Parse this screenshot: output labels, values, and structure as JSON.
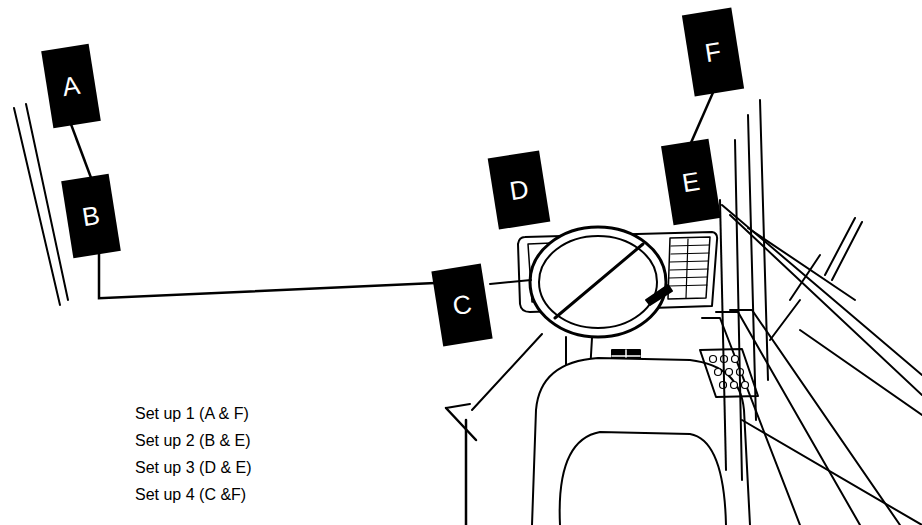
{
  "diagram": {
    "nodes": [
      {
        "text": [
          "A"
        ]
      },
      {
        "text": [
          "B"
        ]
      },
      {
        "text": [
          "C"
        ]
      },
      {
        "text": [
          "D"
        ]
      },
      {
        "text": [
          "E"
        ]
      },
      {
        "text": [
          "F"
        ]
      }
    ],
    "edges": [
      {
        "from": 0,
        "to": 1,
        "arrow": "none"
      },
      {
        "from": 1,
        "to": 2,
        "arrow": "none"
      },
      {
        "from": 5,
        "to": 4,
        "arrow": "none"
      }
    ],
    "labels": [
      "Set up 1 (A & F)",
      "Set up 2 (B & E)",
      "Set up 3 (D & E)",
      "Set up 4 (C &F)"
    ]
  }
}
